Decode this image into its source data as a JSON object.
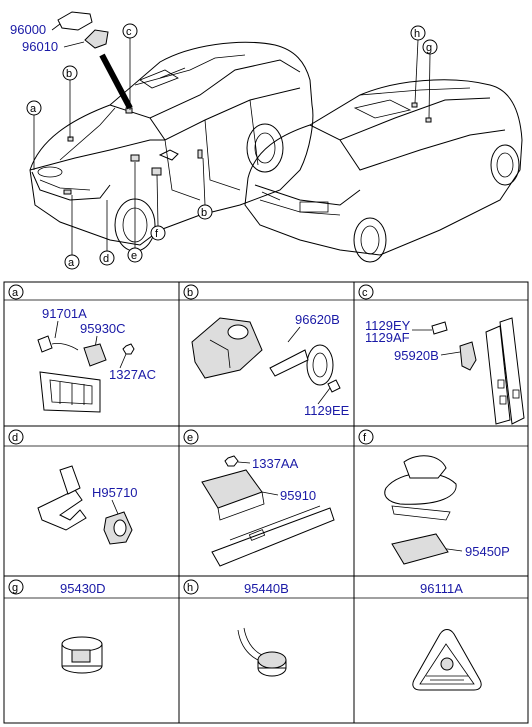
{
  "overview": {
    "callout_letters": [
      "a",
      "b",
      "c",
      "b",
      "e",
      "f",
      "d",
      "a",
      "h",
      "g"
    ],
    "part_labels": [
      "96000",
      "96010"
    ]
  },
  "cells": [
    {
      "letter": "a",
      "parts": [
        "91701A",
        "95930C",
        "1327AC"
      ]
    },
    {
      "letter": "b",
      "parts": [
        "96620B",
        "1129EE"
      ]
    },
    {
      "letter": "c",
      "parts": [
        "1129EY",
        "1129AF",
        "95920B"
      ]
    },
    {
      "letter": "d",
      "parts": [
        "H95710"
      ]
    },
    {
      "letter": "e",
      "parts": [
        "1337AA",
        "95910"
      ]
    },
    {
      "letter": "f",
      "parts": [
        "95450P"
      ]
    },
    {
      "letter": "g",
      "parts": [
        "95430D"
      ]
    },
    {
      "letter": "h",
      "parts": [
        "95440B"
      ]
    },
    {
      "letter": "",
      "parts": [
        "96111A"
      ]
    }
  ],
  "colors": {
    "label": "#1a1aa6",
    "line": "#000000"
  }
}
